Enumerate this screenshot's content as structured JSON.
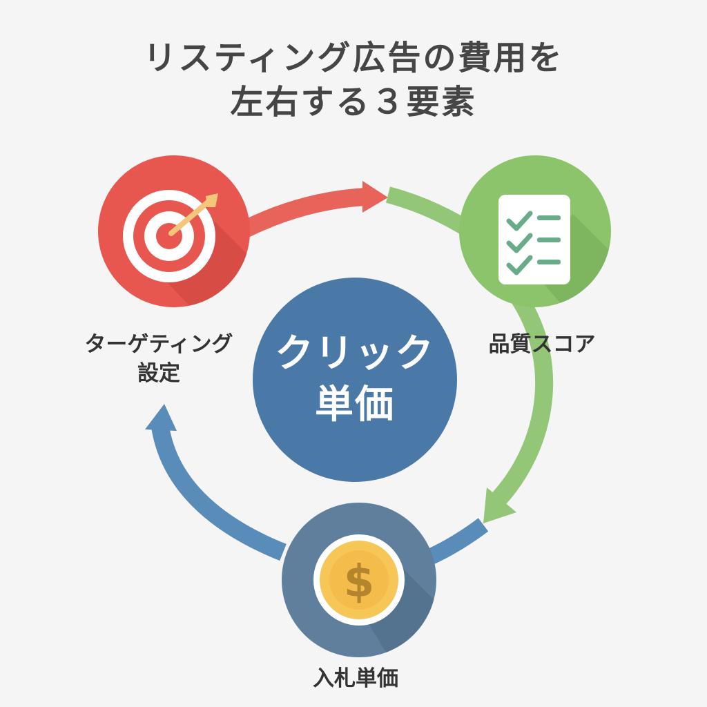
{
  "title": {
    "line1": "リスティング広告の費用を",
    "line2": "左右する３要素"
  },
  "center": {
    "line1": "クリック",
    "line2": "単価"
  },
  "nodes": [
    {
      "id": "targeting",
      "line1": "ターゲティング",
      "line2": "設定",
      "icon": "target-icon",
      "color": "#e8574f"
    },
    {
      "id": "quality",
      "label": "品質スコア",
      "icon": "checklist-icon",
      "color": "#8cc46b"
    },
    {
      "id": "bid",
      "label": "入札単価",
      "icon": "dollar-coin-icon",
      "color": "#607f9c"
    }
  ],
  "colors": {
    "background": "#f5f5f5",
    "center": "#4a79a8",
    "arrow_red": "#e8635a",
    "arrow_green": "#93c676",
    "arrow_blue": "#5a8cba",
    "coin": "#f6c656",
    "check": "#6aab88"
  },
  "coin_symbol": "$"
}
